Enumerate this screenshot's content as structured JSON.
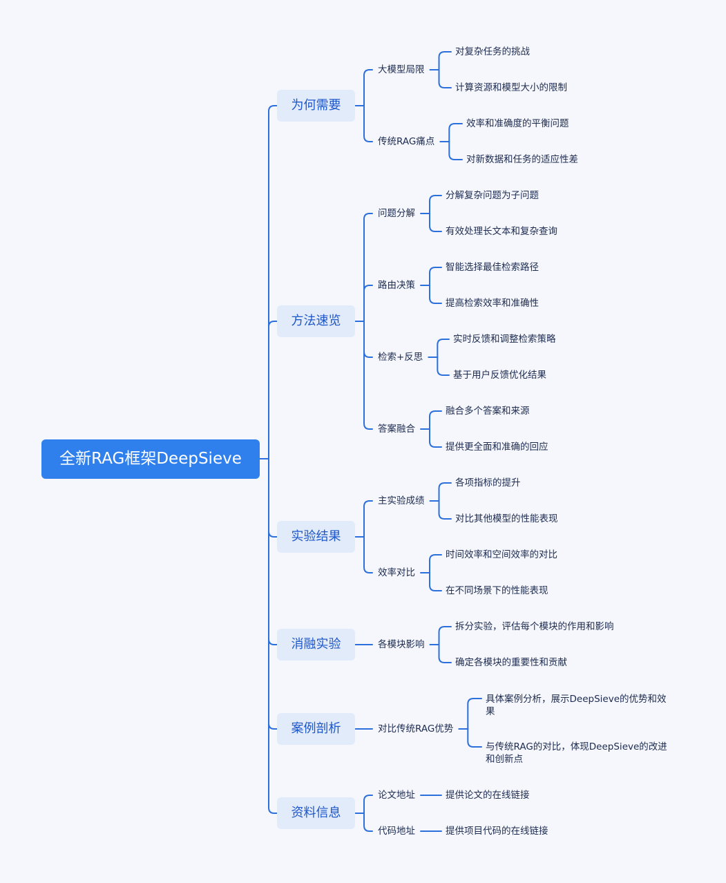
{
  "mindmap": {
    "root": "全新RAG框架DeepSieve",
    "branches": [
      {
        "label": "为何需要",
        "children": [
          {
            "label": "大模型局限",
            "leaves": [
              "对复杂任务的挑战",
              "计算资源和模型大小的限制"
            ]
          },
          {
            "label": "传统RAG痛点",
            "leaves": [
              "效率和准确度的平衡问题",
              "对新数据和任务的适应性差"
            ]
          }
        ]
      },
      {
        "label": "方法速览",
        "children": [
          {
            "label": "问题分解",
            "leaves": [
              "分解复杂问题为子问题",
              "有效处理长文本和复杂查询"
            ]
          },
          {
            "label": "路由决策",
            "leaves": [
              "智能选择最佳检索路径",
              "提高检索效率和准确性"
            ]
          },
          {
            "label": "检索+反思",
            "leaves": [
              "实时反馈和调整检索策略",
              "基于用户反馈优化结果"
            ]
          },
          {
            "label": "答案融合",
            "leaves": [
              "融合多个答案和来源",
              "提供更全面和准确的回应"
            ]
          }
        ]
      },
      {
        "label": "实验结果",
        "children": [
          {
            "label": "主实验成绩",
            "leaves": [
              "各项指标的提升",
              "对比其他模型的性能表现"
            ]
          },
          {
            "label": "效率对比",
            "leaves": [
              "时间效率和空间效率的对比",
              "在不同场景下的性能表现"
            ]
          }
        ]
      },
      {
        "label": "消融实验",
        "children": [
          {
            "label": "各模块影响",
            "leaves": [
              "拆分实验，评估每个模块的作用和影响",
              "确定各模块的重要性和贡献"
            ]
          }
        ]
      },
      {
        "label": "案例剖析",
        "children": [
          {
            "label": "对比传统RAG优势",
            "leaves": [
              "具体案例分析，展示DeepSieve的优势和效果",
              "与传统RAG的对比，体现DeepSieve的改进和创新点"
            ]
          }
        ]
      },
      {
        "label": "资料信息",
        "children": [
          {
            "label": "论文地址",
            "leaves": [
              "提供论文的在线链接"
            ]
          },
          {
            "label": "代码地址",
            "leaves": [
              "提供项目代码的在线链接"
            ]
          }
        ]
      }
    ]
  },
  "colors": {
    "line": "#2a6fdb",
    "root_bg": "#2f80ed",
    "branch_bg": "#e2ebfa",
    "branch_text": "#1e57c8",
    "text": "#1d2b4f",
    "background": "#f5f7fd"
  }
}
